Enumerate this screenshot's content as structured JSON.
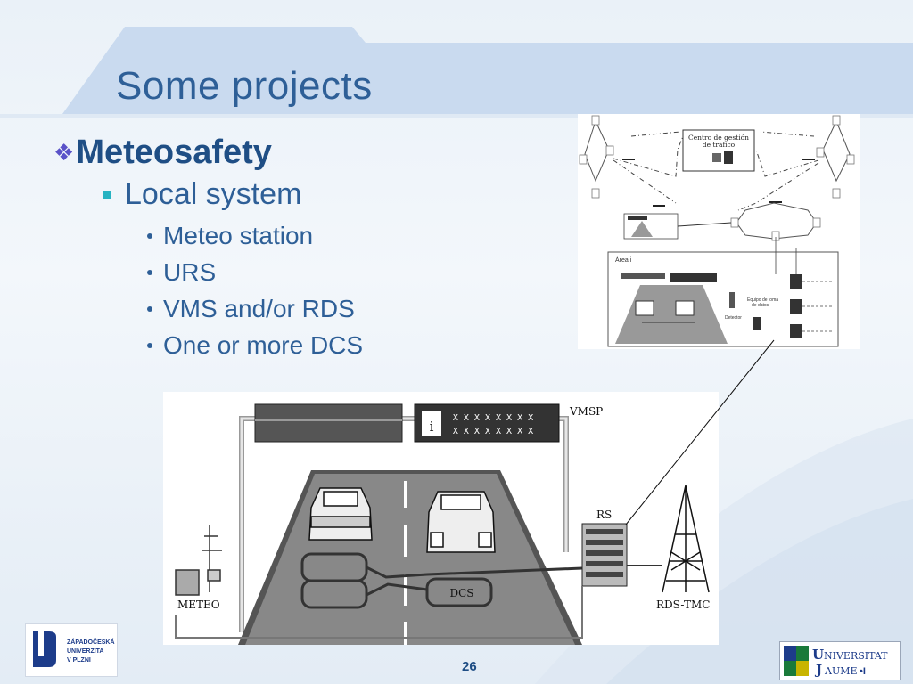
{
  "slide": {
    "title": "Some projects",
    "page_number": "26"
  },
  "content": {
    "level1": "Meteosafety",
    "level2": "Local system",
    "level3": [
      "Meteo station",
      "URS",
      "VMS and/or RDS",
      "One or more DCS"
    ]
  },
  "diagram_top": {
    "center_label_line1": "Centro de gestión",
    "center_label_line2": "de tráfico",
    "area_label": "Área i",
    "equipment_label_line1": "Equipo de toma",
    "equipment_label_line2": "de datos",
    "detector_label": "Detector"
  },
  "diagram_main": {
    "vmsp_label": "VMSP",
    "sign_row1": "X X X X X X X X",
    "sign_row2": "X X X X X X X X",
    "sign_icon": "i",
    "rs_label": "RS",
    "dcs_label": "DCS",
    "meteo_label": "METEO",
    "rds_label": "RDS-TMC"
  },
  "logos": {
    "zcu_line1": "ZÁPADOČESKÁ",
    "zcu_line2": "UNIVERZITA",
    "zcu_line3": "V PLZNI",
    "uji_line1": "NIVERSITAT",
    "uji_line2": "AUME",
    "uji_initial1": "U",
    "uji_initial2": "J"
  },
  "colors": {
    "title": "#2e5f97",
    "accent_diamond": "#5a52c8",
    "accent_square": "#27b3c2",
    "logo_blue": "#1d3c8a"
  }
}
